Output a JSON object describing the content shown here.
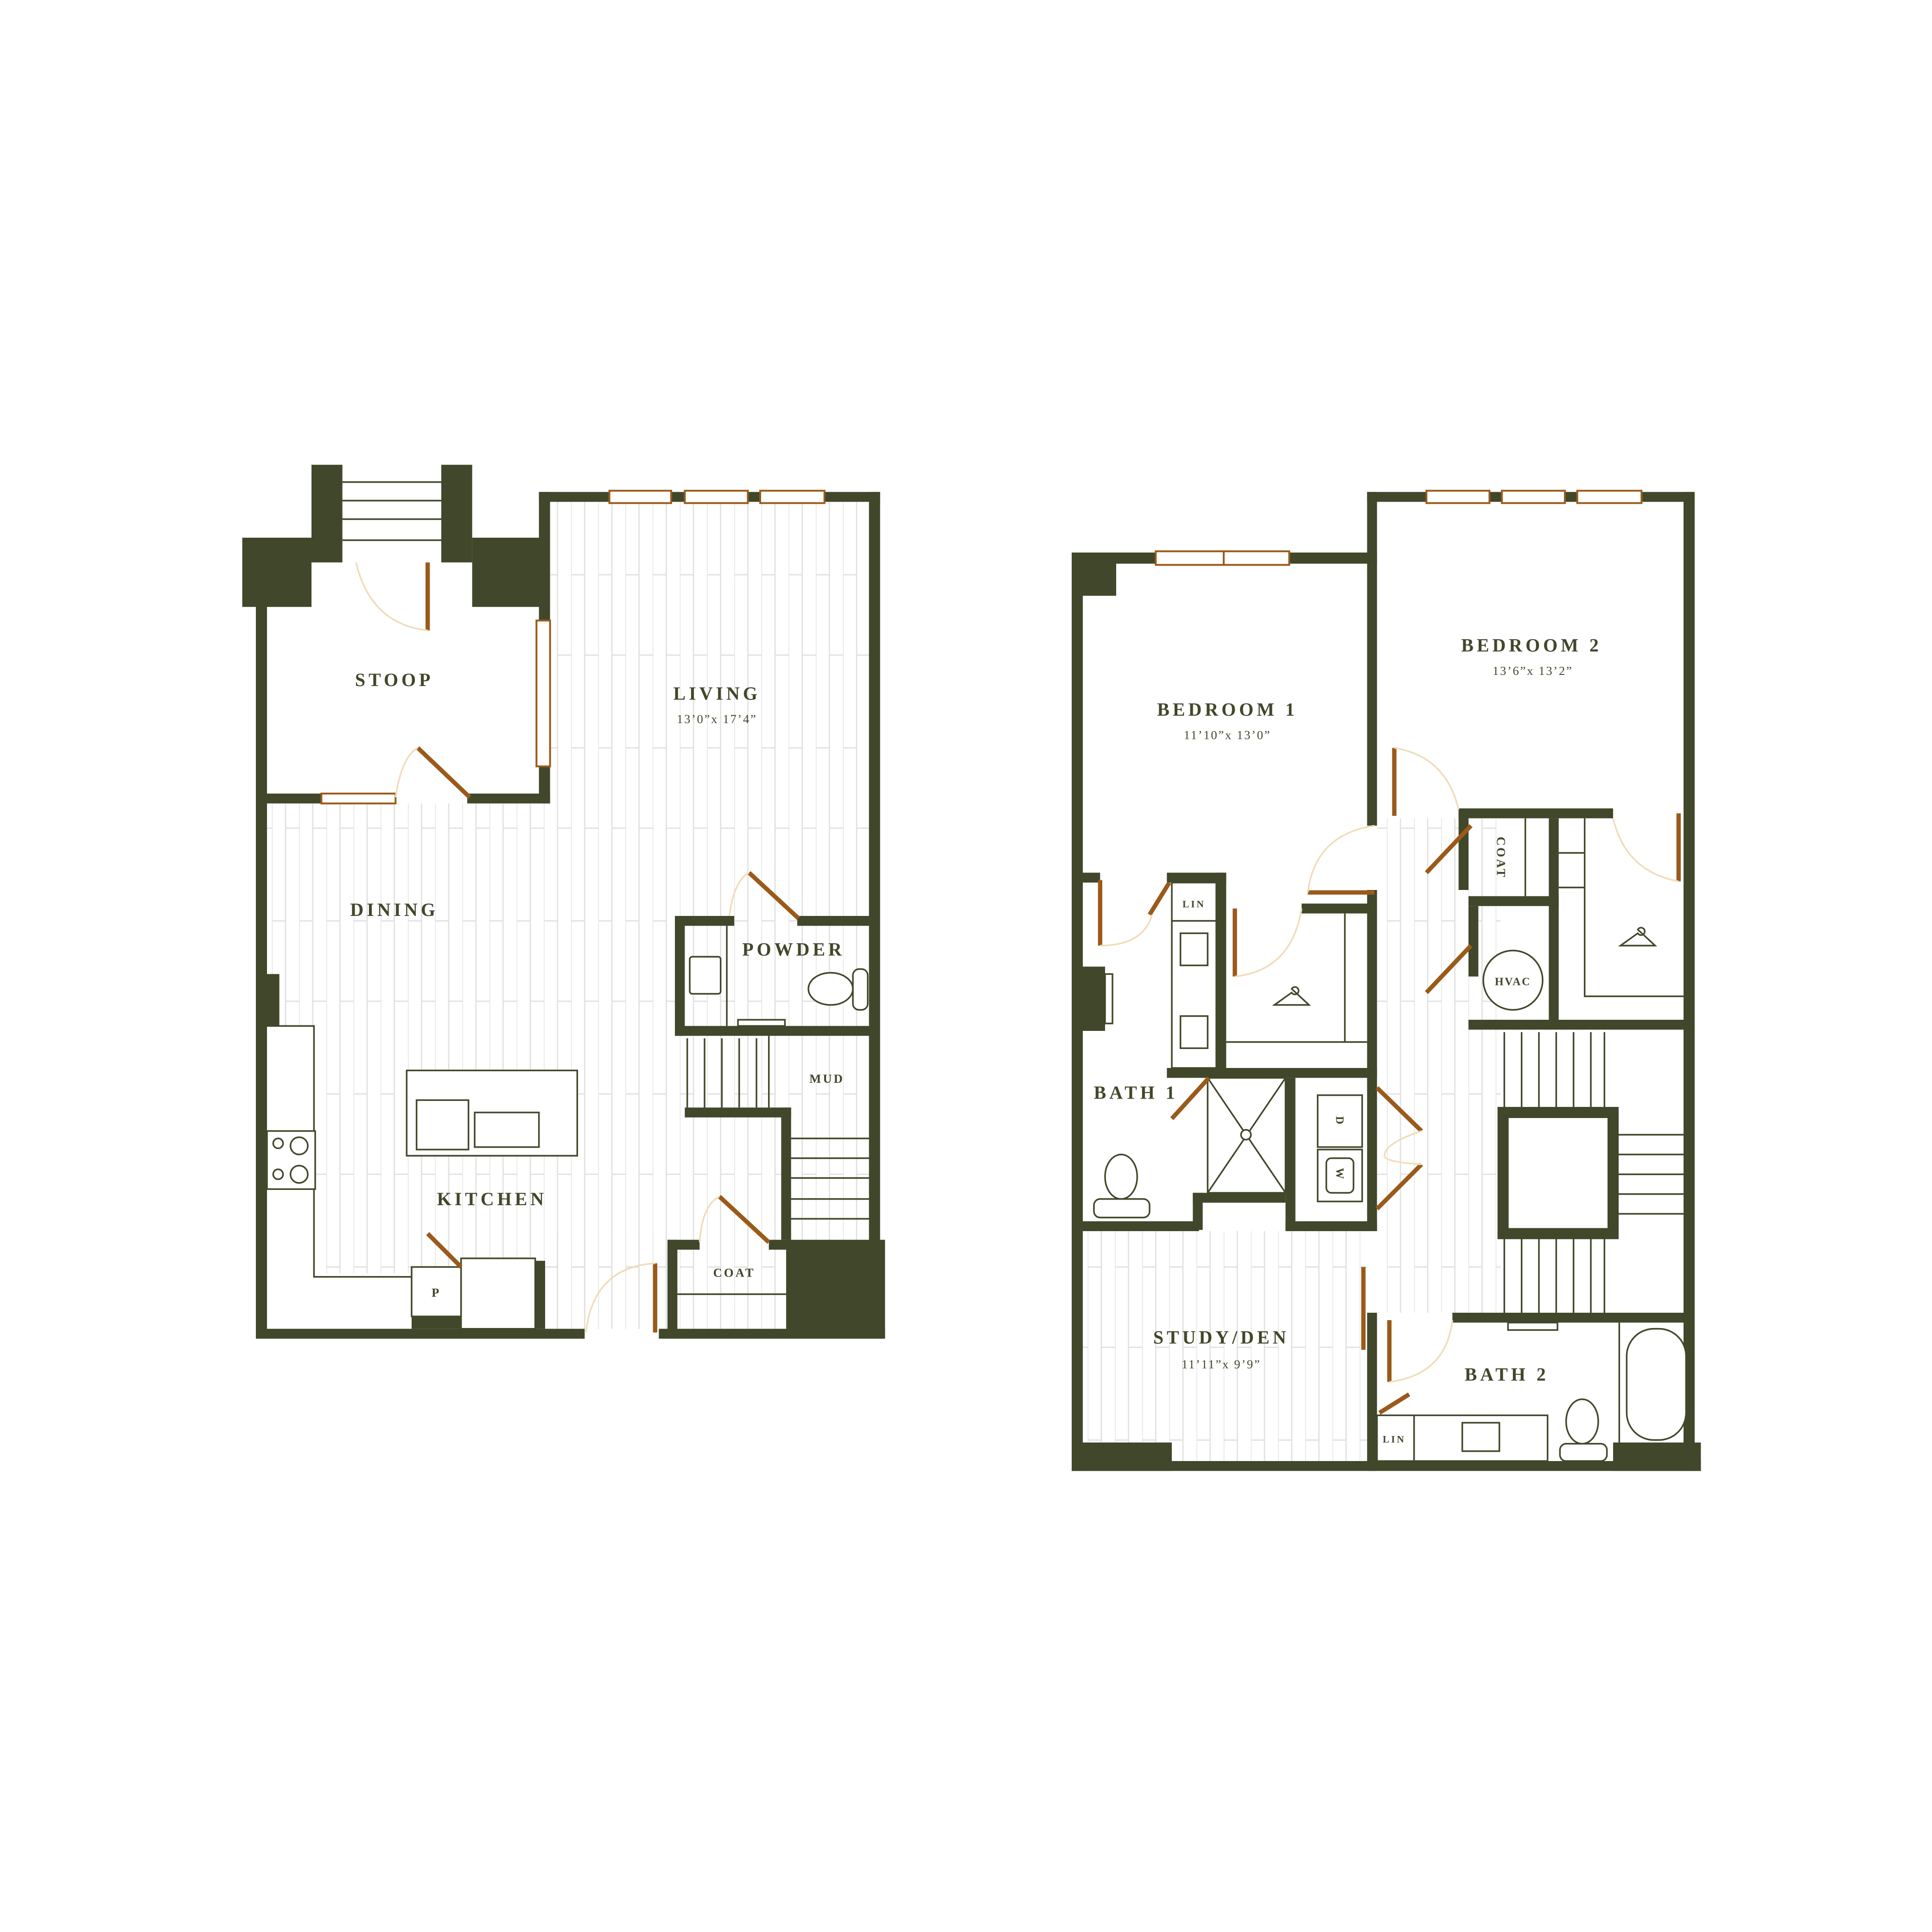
{
  "colors": {
    "wall": "#41472a",
    "door": "#9a5a1a",
    "door_swing": "#f0dcb8",
    "floor_lines": "#e0e0e0"
  },
  "lower_level": {
    "rooms": {
      "stoop": {
        "name": "STOOP"
      },
      "living": {
        "name": "LIVING",
        "dimensions": "13’0”x 17’4”"
      },
      "dining": {
        "name": "DINING"
      },
      "powder": {
        "name": "POWDER"
      },
      "mud": {
        "name": "MUD"
      },
      "kitchen": {
        "name": "KITCHEN"
      },
      "coat": {
        "name": "COAT"
      },
      "pantry": {
        "name": "P"
      }
    }
  },
  "upper_level": {
    "rooms": {
      "bedroom1": {
        "name": "BEDROOM 1",
        "dimensions": "11’10”x 13’0”"
      },
      "bedroom2": {
        "name": "BEDROOM 2",
        "dimensions": "13’6”x 13’2”"
      },
      "coat": {
        "name": "COAT"
      },
      "hvac": {
        "name": "HVAC"
      },
      "linen1": {
        "name": "LIN"
      },
      "bath1": {
        "name": "BATH 1"
      },
      "dryer": {
        "name": "D"
      },
      "washer": {
        "name": "W"
      },
      "study": {
        "name": "STUDY/DEN",
        "dimensions": "11’11”x 9’9”"
      },
      "bath2": {
        "name": "BATH 2"
      },
      "linen2": {
        "name": "LIN"
      }
    }
  }
}
